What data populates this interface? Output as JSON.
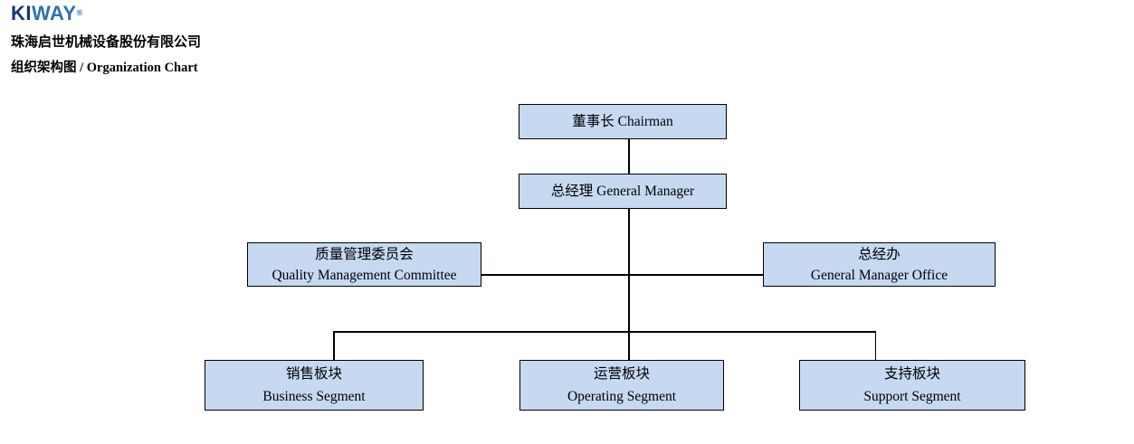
{
  "header": {
    "logo": {
      "part1": "KI",
      "part2": "WAY",
      "registered_mark": "®"
    },
    "company_name": "珠海启世机械设备股份有限公司",
    "page_title": "组织架构图 / Organization Chart"
  },
  "colors": {
    "node_fill": "#c6d9f1",
    "node_border": "#000000",
    "connector": "#000000",
    "logo_dark": "#14347b",
    "logo_light": "#2d6fb5",
    "text": "#000000"
  },
  "org_chart": {
    "nodes": {
      "chairman": {
        "line1": "董事长 Chairman"
      },
      "general_manager": {
        "line1": "总经理 General Manager"
      },
      "quality_committee": {
        "line1": "质量管理委员会",
        "line2": "Quality Management Committee"
      },
      "gm_office": {
        "line1": "总经办",
        "line2": "General Manager Office"
      },
      "business_segment": {
        "line1": "销售板块",
        "line2": "Business Segment"
      },
      "operating_segment": {
        "line1": "运营板块",
        "line2": "Operating Segment"
      },
      "support_segment": {
        "line1": "支持板块",
        "line2": "Support Segment"
      }
    }
  }
}
